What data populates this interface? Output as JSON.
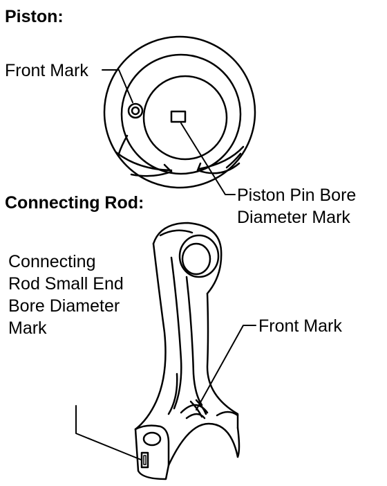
{
  "headings": {
    "piston": "Piston:",
    "connecting_rod": "Connecting Rod:"
  },
  "piston_labels": {
    "front_mark": "Front Mark",
    "pin_bore_line1": "Piston Pin Bore",
    "pin_bore_line2": "Diameter Mark"
  },
  "rod_labels": {
    "small_end_line1": "Connecting",
    "small_end_line2": "Rod Small End",
    "small_end_line3": "Bore Diameter",
    "small_end_line4": "Mark",
    "front_mark": "Front Mark"
  },
  "colors": {
    "line": "#000000",
    "background": "#ffffff"
  }
}
